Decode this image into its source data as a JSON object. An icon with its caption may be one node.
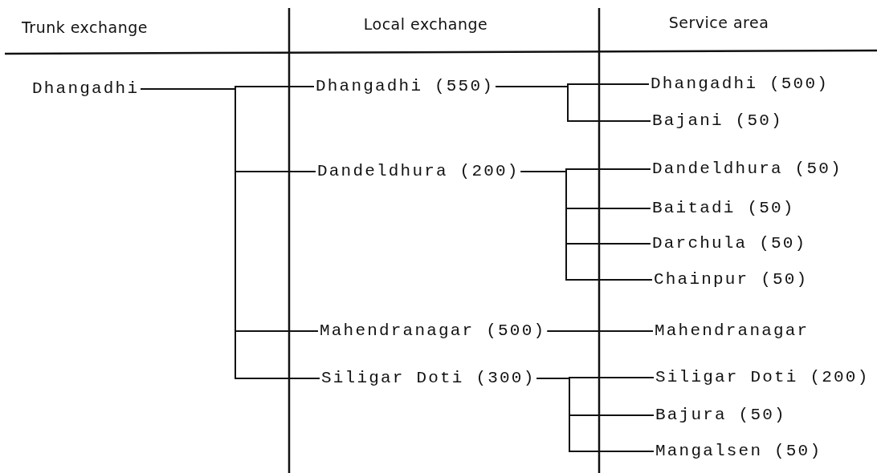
{
  "diagram": {
    "nodes": [
      {
        "text": [
          "Dhangadhi"
        ]
      },
      {
        "text": [
          "Dhangadhi (550)"
        ]
      },
      {
        "text": [
          "Dandeldhura (200)"
        ]
      },
      {
        "text": [
          "Mahendranagar (500)"
        ]
      },
      {
        "text": [
          "Siligar Doti (300)"
        ]
      },
      {
        "text": [
          "Dhangadhi (500)"
        ]
      },
      {
        "text": [
          "Bajani (50)"
        ]
      },
      {
        "text": [
          "Dandeldhura (50)"
        ]
      },
      {
        "text": [
          "Baitadi (50)"
        ]
      },
      {
        "text": [
          "Darchula (50)"
        ]
      },
      {
        "text": [
          "Chainpur (50)"
        ]
      },
      {
        "text": [
          "Mahendranagar"
        ]
      },
      {
        "text": [
          "Siligar Doti (200)"
        ]
      },
      {
        "text": [
          "Bajura (50)"
        ]
      },
      {
        "text": [
          "Mangalsen (50)"
        ]
      }
    ],
    "edges": [
      {
        "from": 0,
        "to": 1,
        "arrow": "none"
      },
      {
        "from": 0,
        "to": 2,
        "arrow": "none"
      },
      {
        "from": 0,
        "to": 3,
        "arrow": "none"
      },
      {
        "from": 0,
        "to": 4,
        "arrow": "none"
      },
      {
        "from": 1,
        "to": 5,
        "arrow": "none"
      },
      {
        "from": 1,
        "to": 6,
        "arrow": "none"
      },
      {
        "from": 2,
        "to": 7,
        "arrow": "none"
      },
      {
        "from": 2,
        "to": 8,
        "arrow": "none"
      },
      {
        "from": 2,
        "to": 9,
        "arrow": "none"
      },
      {
        "from": 2,
        "to": 10,
        "arrow": "none"
      },
      {
        "from": 3,
        "to": 11,
        "arrow": "none"
      },
      {
        "from": 4,
        "to": 12,
        "arrow": "none"
      },
      {
        "from": 4,
        "to": 13,
        "arrow": "none"
      },
      {
        "from": 4,
        "to": 14,
        "arrow": "none"
      }
    ],
    "labels": [
      "Trunk exchange",
      "Local exchange",
      "Service area"
    ]
  }
}
